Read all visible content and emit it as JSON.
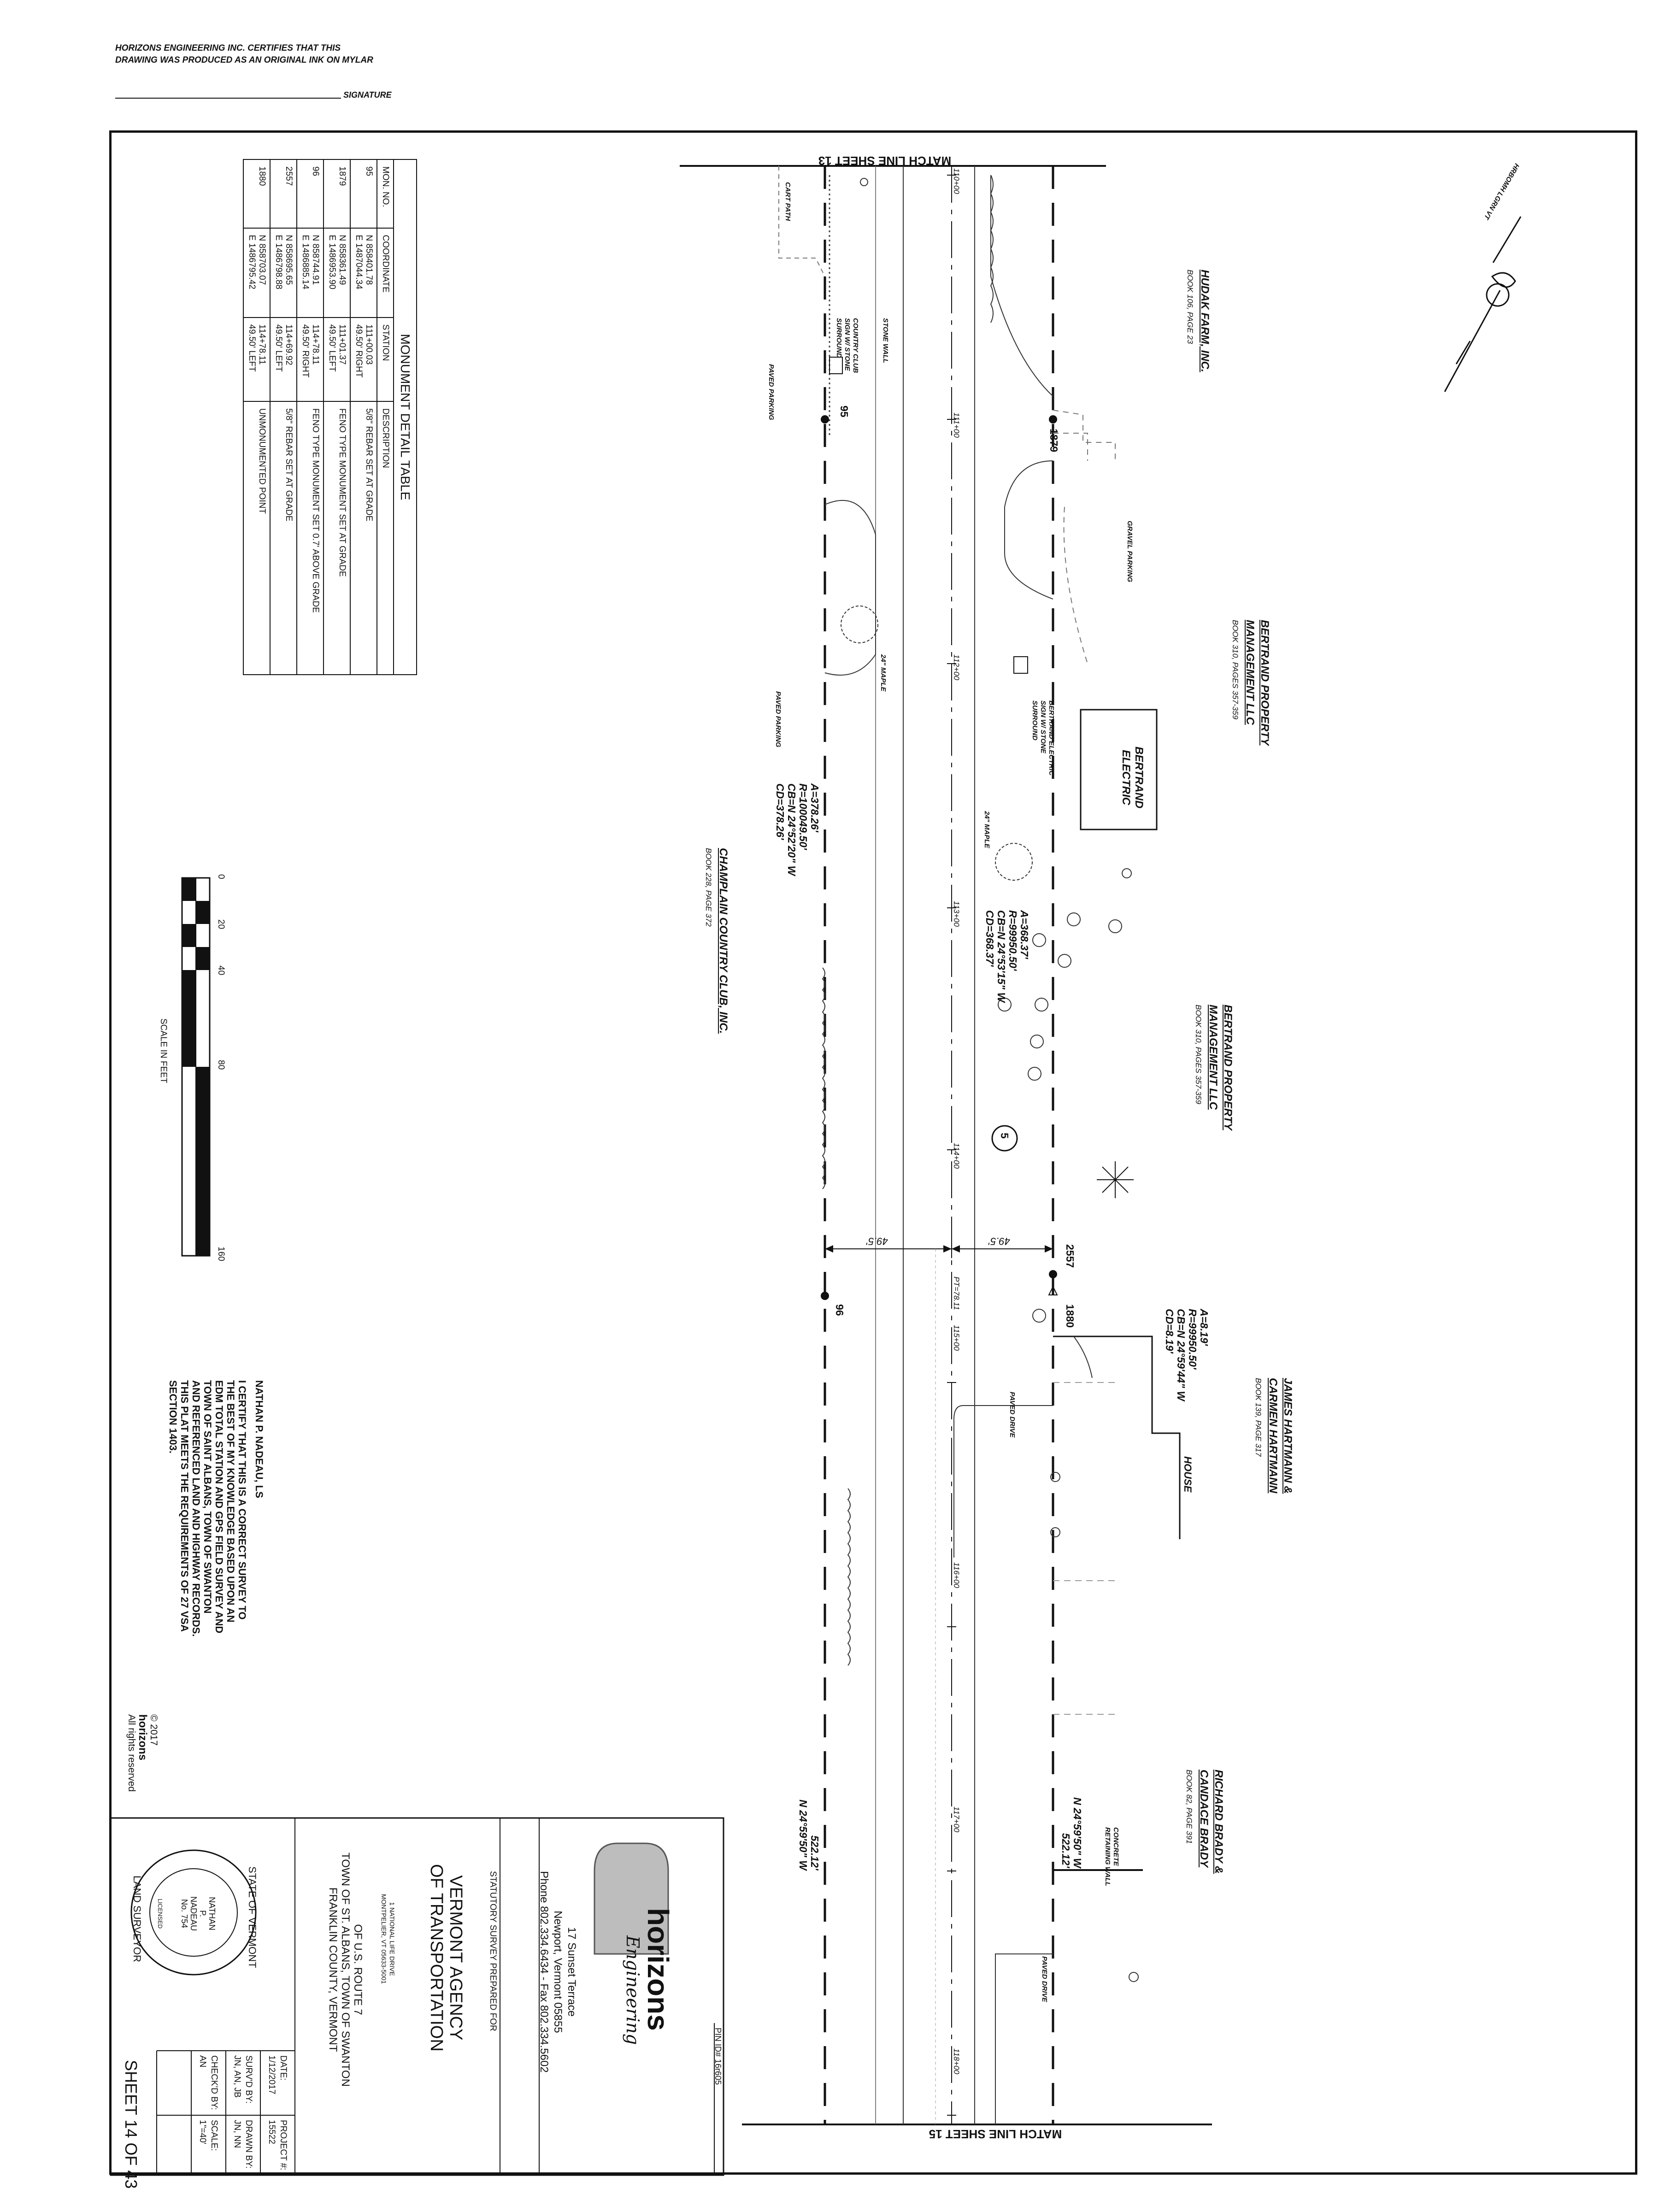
{
  "certification": {
    "line1": "HORIZONS ENGINEERING INC. CERTIFIES THAT THIS",
    "line2": "DRAWING WAS PRODUCED AS AN ORIGINAL INK ON MYLAR",
    "signature_label": "SIGNATURE"
  },
  "match_lines": {
    "top": "MATCH LINE SHEET 13",
    "bottom": "MATCH LINE SHEET 15"
  },
  "north_arrow": {
    "label": "HRBOMH LGRN VT"
  },
  "owners": [
    {
      "name": "HUDAK FARM, INC.",
      "book": "BOOK 106, PAGE 23"
    },
    {
      "name": "BERTRAND PROPERTY",
      "name2": "MANAGEMENT LLC",
      "book": "BOOK 310, PAGES 357-359"
    },
    {
      "name": "BERTRAND PROPERTY",
      "name2": "MANAGEMENT LLC",
      "book": "BOOK 310, PAGES 357-359"
    },
    {
      "name": "JAMES HARTMANN &",
      "name2": "CARMEN HARTMANN",
      "book": "BOOK 139, PAGE 317"
    },
    {
      "name": "RICHARD BRADY &",
      "name2": "CANDACE BRADY",
      "book": "BOOK 82, PAGE 391"
    },
    {
      "name": "CHAMPLAIN COUNTRY CLUB, INC.",
      "book": "BOOK 228, PAGE 372"
    }
  ],
  "features": {
    "gravel_parking": "GRAVEL PARKING",
    "paved_parking": "PAVED PARKING",
    "paved_parking_2": "PAVED PARKING",
    "paved_drive": "PAVED DRIVE",
    "paved_drive_2": "PAVED DRIVE",
    "building": [
      "BERTRAND",
      "ELECTRIC"
    ],
    "house": "HOUSE",
    "cart_path": "CART PATH",
    "stone_wall": "STONE WALL",
    "cc_sign": [
      "COUNTRY CLUB",
      "SIGN W/ STONE",
      "SURROUND"
    ],
    "be_sign": [
      "BERTRAND ELECTRIC",
      "SIGN W/ STONE",
      "SURROUND"
    ],
    "maple_1": "24\" MAPLE",
    "maple_2": "24\" MAPLE",
    "retaining_wall": [
      "CONCRETE",
      "RETAINING WALL"
    ]
  },
  "stations": [
    "110+00",
    "111+00",
    "112+00",
    "113+00",
    "114+00",
    "115+00",
    "116+00",
    "117+00",
    "118+00"
  ],
  "pt_label": "PT=78.11",
  "offsets": [
    "49.5'",
    "49.5'"
  ],
  "curves": [
    {
      "a": "A=378.26'",
      "r": "R=100049.50'",
      "cb": "CB=N 24°52'20\" W",
      "cd": "CD=378.26'"
    },
    {
      "a": "A=368.37'",
      "r": "R=99950.50'",
      "cb": "CB=N 24°53'15\" W",
      "cd": "CD=368.37'"
    },
    {
      "a": "A=8.19'",
      "r": "R=99950.50'",
      "cb": "CB=N 24°59'44\" W",
      "cd": "CD=8.19'"
    }
  ],
  "bearings": [
    {
      "bearing": "N 24°59'50\" W",
      "dist": "522.12'"
    },
    {
      "bearing": "N 24°59'50\" W",
      "dist": "522.12'"
    }
  ],
  "monuments_on_plan": [
    "95",
    "1879",
    "96",
    "2557",
    "1880"
  ],
  "parcel_number": "5",
  "monument_table": {
    "title": "MONUMENT DETAIL TABLE",
    "headers": [
      "MON. NO.",
      "COORDINATE",
      "STATION",
      "DESCRIPTION"
    ],
    "rows": [
      {
        "no": "95",
        "n": "N 858401.78",
        "e": "E 1487044.34",
        "sta": "111+00.03",
        "off": "49.50' RIGHT",
        "desc": "5/8\" REBAR SET AT GRADE"
      },
      {
        "no": "1879",
        "n": "N 858361.49",
        "e": "E 1486953.90",
        "sta": "111+01.37",
        "off": "49.50' LEFT",
        "desc": "FENO TYPE MONUMENT SET AT GRADE"
      },
      {
        "no": "96",
        "n": "N 858744.91",
        "e": "E 1486885.14",
        "sta": "114+78.11",
        "off": "49.50' RIGHT",
        "desc": "FENO TYPE MONUMENT SET 0.7' ABOVE GRADE"
      },
      {
        "no": "2557",
        "n": "N 858695.65",
        "e": "E 1486798.88",
        "sta": "114+69.92",
        "off": "49.50' LEFT",
        "desc": "5/8\" REBAR SET AT GRADE"
      },
      {
        "no": "1880",
        "n": "N 858703.07",
        "e": "E 1486795.42",
        "sta": "114+78.11",
        "off": "49.50' LEFT",
        "desc": "UNMONUMENTED POINT"
      }
    ]
  },
  "scale_bar": {
    "ticks": [
      "0",
      "20",
      "40",
      "80",
      "160"
    ],
    "label": "SCALE IN FEET"
  },
  "surveyor_cert": {
    "name": "NATHAN P. NADEAU, LS",
    "lines": [
      "I CERTIFY THAT THIS IS A CORRECT SURVEY TO",
      "THE BEST OF MY KNOWLEDGE BASED UPON AN",
      "EDM TOTAL STATION AND GPS FIELD SURVEY AND",
      "TOWN OF SAINT ALBANS, TOWN OF SWANTON",
      "AND REFERENCED LAND AND HIGHWAY RECORDS.",
      "THIS PLAT MEETS THE REQUIREMENTS OF 27 VSA",
      "SECTION 1403."
    ]
  },
  "copyright": {
    "year": "© 2017",
    "brand": "horizons",
    "rights": "All rights reserved"
  },
  "title_block": {
    "pin": "PIN ID# 16r605",
    "company": "horizons",
    "company_sub": "Engineering",
    "address": [
      "17 Sunset Terrace",
      "Newport, Vermont 05855",
      "Phone 802.334.6434 - Fax 802.334.5602"
    ],
    "prepared_for": "STATUTORY SURVEY PREPARED FOR",
    "agency": [
      "VERMONT AGENCY",
      "OF TRANSPORTATION"
    ],
    "agency_addr": [
      "1 NATIONAL LIFE DRIVE",
      "MONTPELIER, VT 05633-5001"
    ],
    "project_lines": [
      "OF U.S. ROUTE 7",
      "TOWN OF ST. ALBANS, TOWN OF SWANTON",
      "FRANKLIN COUNTY, VERMONT"
    ],
    "seal": {
      "top": "STATE OF VERMONT",
      "name": [
        "NATHAN",
        "P.",
        "NADEAU",
        "No. 754"
      ],
      "bottom": "LAND SURVEYOR",
      "licensed": "LICENSED"
    },
    "date_label": "DATE:",
    "date": "1/12/2017",
    "project_label": "PROJECT #:",
    "project": "15522",
    "survd_label": "SURV'D BY:",
    "survd": "JN, AN, JB",
    "drawn_label": "DRAWN BY:",
    "drawn": "JN, NN",
    "checked_label": "CHECK'D BY:",
    "checked": "AN",
    "scale_label": "SCALE:",
    "scale": "1\"=40'",
    "sheet": "SHEET 14 OF 43"
  }
}
